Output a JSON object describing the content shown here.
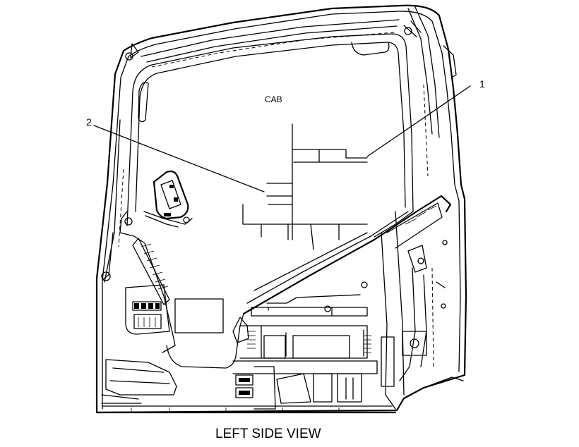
{
  "callouts": {
    "one": "1",
    "two": "2"
  },
  "cab_label": "CAB",
  "caption": "LEFT SIDE VIEW"
}
